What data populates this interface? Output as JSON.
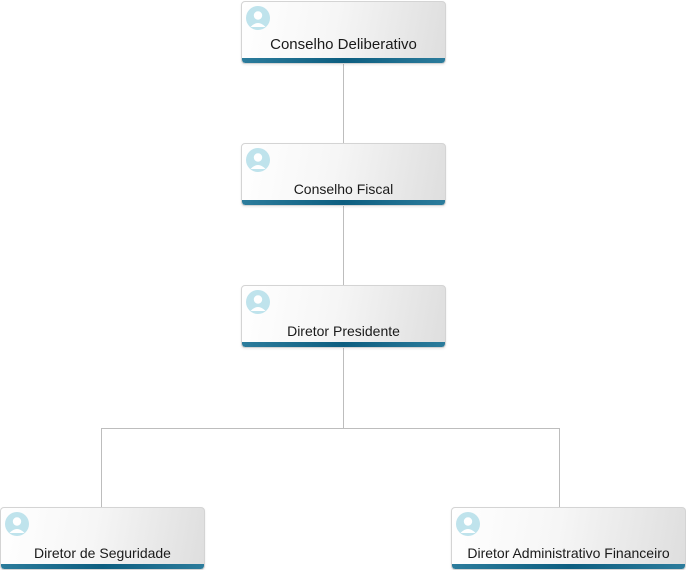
{
  "diagram": {
    "nodes": [
      {
        "id": "conselho-deliberativo",
        "label": "Conselho Deliberativo"
      },
      {
        "id": "conselho-fiscal",
        "label": "Conselho Fiscal"
      },
      {
        "id": "diretor-presidente",
        "label": "Diretor Presidente"
      },
      {
        "id": "diretor-seguridade",
        "label": "Diretor de Seguridade"
      },
      {
        "id": "diretor-adm-financeiro",
        "label": "Diretor Administrativo Financeiro"
      }
    ],
    "edges": [
      {
        "from": "conselho-deliberativo",
        "to": "conselho-fiscal"
      },
      {
        "from": "conselho-fiscal",
        "to": "diretor-presidente"
      },
      {
        "from": "diretor-presidente",
        "to": "diretor-seguridade"
      },
      {
        "from": "diretor-presidente",
        "to": "diretor-adm-financeiro"
      }
    ],
    "colors": {
      "accent_bar": "#0d5e80",
      "avatar_circle": "#bfe3ec",
      "avatar_figure": "#ffffff",
      "connector": "#bdbdbd"
    },
    "icon": "user-avatar-icon"
  }
}
